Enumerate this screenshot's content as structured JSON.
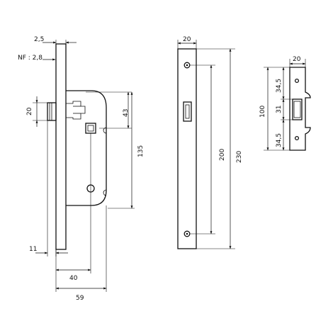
{
  "lock_case": {
    "dims": {
      "faceplate_thickness": "2,5",
      "nf": "NF : 2,8",
      "latch_height": "20",
      "spindle_offset": "43",
      "center_distance": "135",
      "setback": "11",
      "backset": "40",
      "case_depth": "59"
    }
  },
  "faceplate": {
    "dims": {
      "width": "20",
      "screw_distance": "200",
      "length": "230"
    }
  },
  "strike": {
    "dims": {
      "width": "20",
      "height": "100",
      "top": "34,5",
      "middle": "31",
      "bottom": "34,5"
    }
  }
}
